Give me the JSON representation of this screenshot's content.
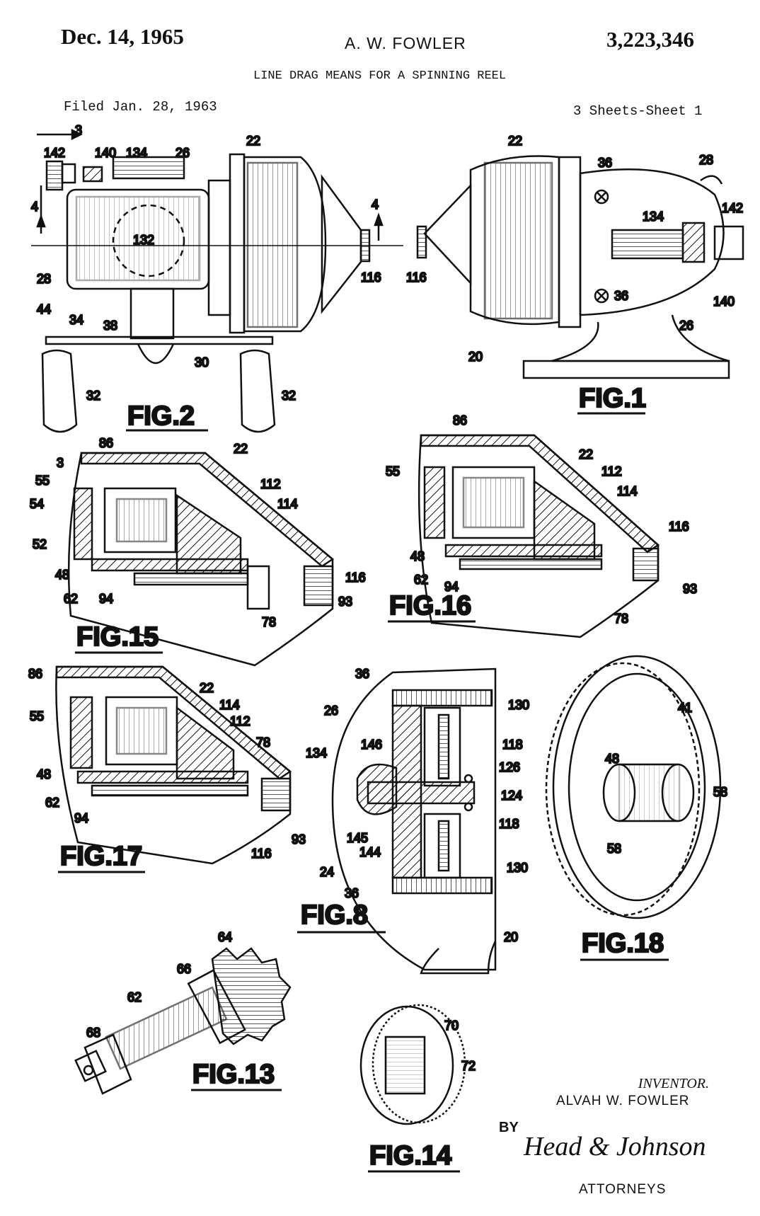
{
  "header": {
    "date": "Dec. 14, 1965",
    "inventor_short": "A. W. FOWLER",
    "patent_number": "3,223,346",
    "title": "LINE DRAG MEANS FOR A SPINNING REEL",
    "filed": "Filed Jan. 28, 1963",
    "sheets": "3 Sheets-Sheet 1"
  },
  "figures": {
    "fig1": "FIG.1",
    "fig2": "FIG.2",
    "fig8": "FIG.8",
    "fig13": "FIG.13",
    "fig14": "FIG.14",
    "fig15": "FIG.15",
    "fig16": "FIG.16",
    "fig17": "FIG.17",
    "fig18": "FIG.18"
  },
  "labels": {
    "fig2": [
      "142",
      "140",
      "134",
      "26",
      "132",
      "28",
      "44",
      "34",
      "38",
      "30",
      "32",
      "32"
    ],
    "fig1": [
      "22",
      "36",
      "28",
      "142",
      "134",
      "116",
      "140",
      "36",
      "26",
      "20"
    ],
    "fig15": [
      "86",
      "22",
      "55",
      "54",
      "52",
      "48",
      "62",
      "94",
      "112",
      "114",
      "116",
      "93",
      "78"
    ],
    "fig16": [
      "86",
      "55",
      "48",
      "62",
      "94",
      "22",
      "112",
      "114",
      "116",
      "93",
      "78"
    ],
    "fig17": [
      "86",
      "55",
      "48",
      "62",
      "94",
      "22",
      "114",
      "112",
      "78",
      "93",
      "116"
    ],
    "fig8": [
      "36",
      "26",
      "146",
      "134",
      "145",
      "24",
      "144",
      "36",
      "130",
      "118",
      "126",
      "124",
      "118",
      "130",
      "20"
    ],
    "fig18": [
      "41",
      "48",
      "58",
      "58"
    ],
    "fig13": [
      "64",
      "66",
      "62",
      "68"
    ],
    "fig14": [
      "70",
      "72"
    ],
    "section_marks": [
      "3",
      "4",
      "4",
      "3"
    ]
  },
  "footer": {
    "inventor_heading": "INVENTOR.",
    "inventor_name": "ALVAH W. FOWLER",
    "by": "BY",
    "signature": "Head & Johnson",
    "attorneys": "ATTORNEYS"
  }
}
